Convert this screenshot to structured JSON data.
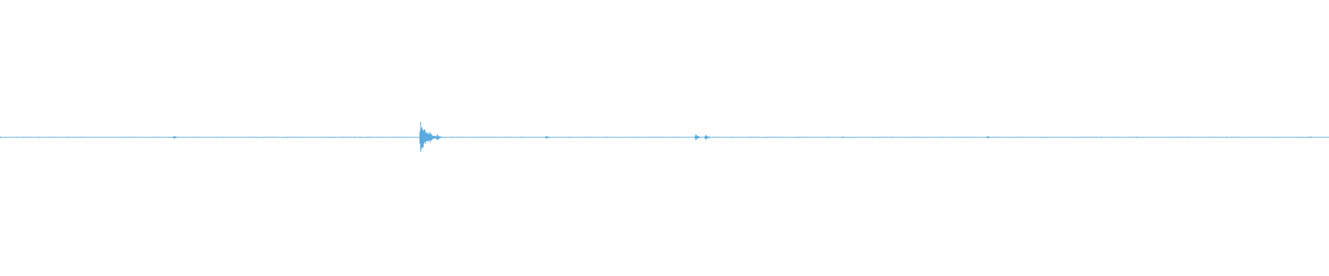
{
  "waveform": {
    "color": "#5aabdf",
    "background": "#ffffff",
    "amplitude_peaks": [
      {
        "position": 0.0,
        "amplitude": 0.04
      },
      {
        "position": 0.131,
        "amplitude": 0.09
      },
      {
        "position": 0.3165,
        "amplitude": 1.0
      },
      {
        "position": 0.3235,
        "amplitude": 0.35
      },
      {
        "position": 0.329,
        "amplitude": 0.18
      },
      {
        "position": 0.411,
        "amplitude": 0.1
      },
      {
        "position": 0.5235,
        "amplitude": 0.2
      },
      {
        "position": 0.531,
        "amplitude": 0.15
      },
      {
        "position": 0.634,
        "amplitude": 0.05
      },
      {
        "position": 0.743,
        "amplitude": 0.07
      },
      {
        "position": 0.855,
        "amplitude": 0.04
      },
      {
        "position": 0.986,
        "amplitude": 0.05
      }
    ]
  }
}
